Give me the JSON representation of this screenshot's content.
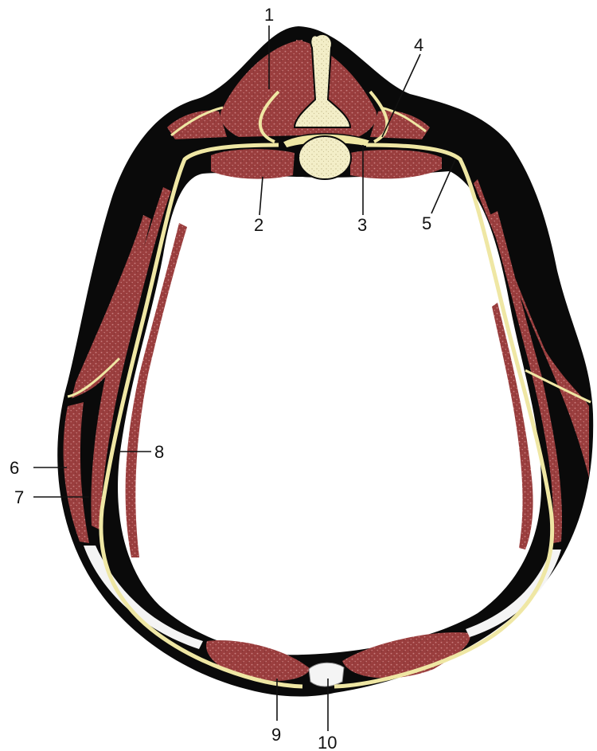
{
  "labels": [
    {
      "id": "1",
      "text": "1"
    },
    {
      "id": "2",
      "text": "2"
    },
    {
      "id": "3",
      "text": "3"
    },
    {
      "id": "4",
      "text": "4"
    },
    {
      "id": "5",
      "text": "5"
    },
    {
      "id": "6",
      "text": "6"
    },
    {
      "id": "7",
      "text": "7"
    },
    {
      "id": "8",
      "text": "8"
    },
    {
      "id": "9",
      "text": "9"
    },
    {
      "id": "10",
      "text": "10"
    }
  ],
  "colors": {
    "background": "#ffffff",
    "outline": "#0a0a0a",
    "muscle": "#9a3e3e",
    "muscle_speckle": "#c98080",
    "nerve": "#efe7a4",
    "bone": "#f3eec8",
    "connective": "#f4f4f4"
  }
}
